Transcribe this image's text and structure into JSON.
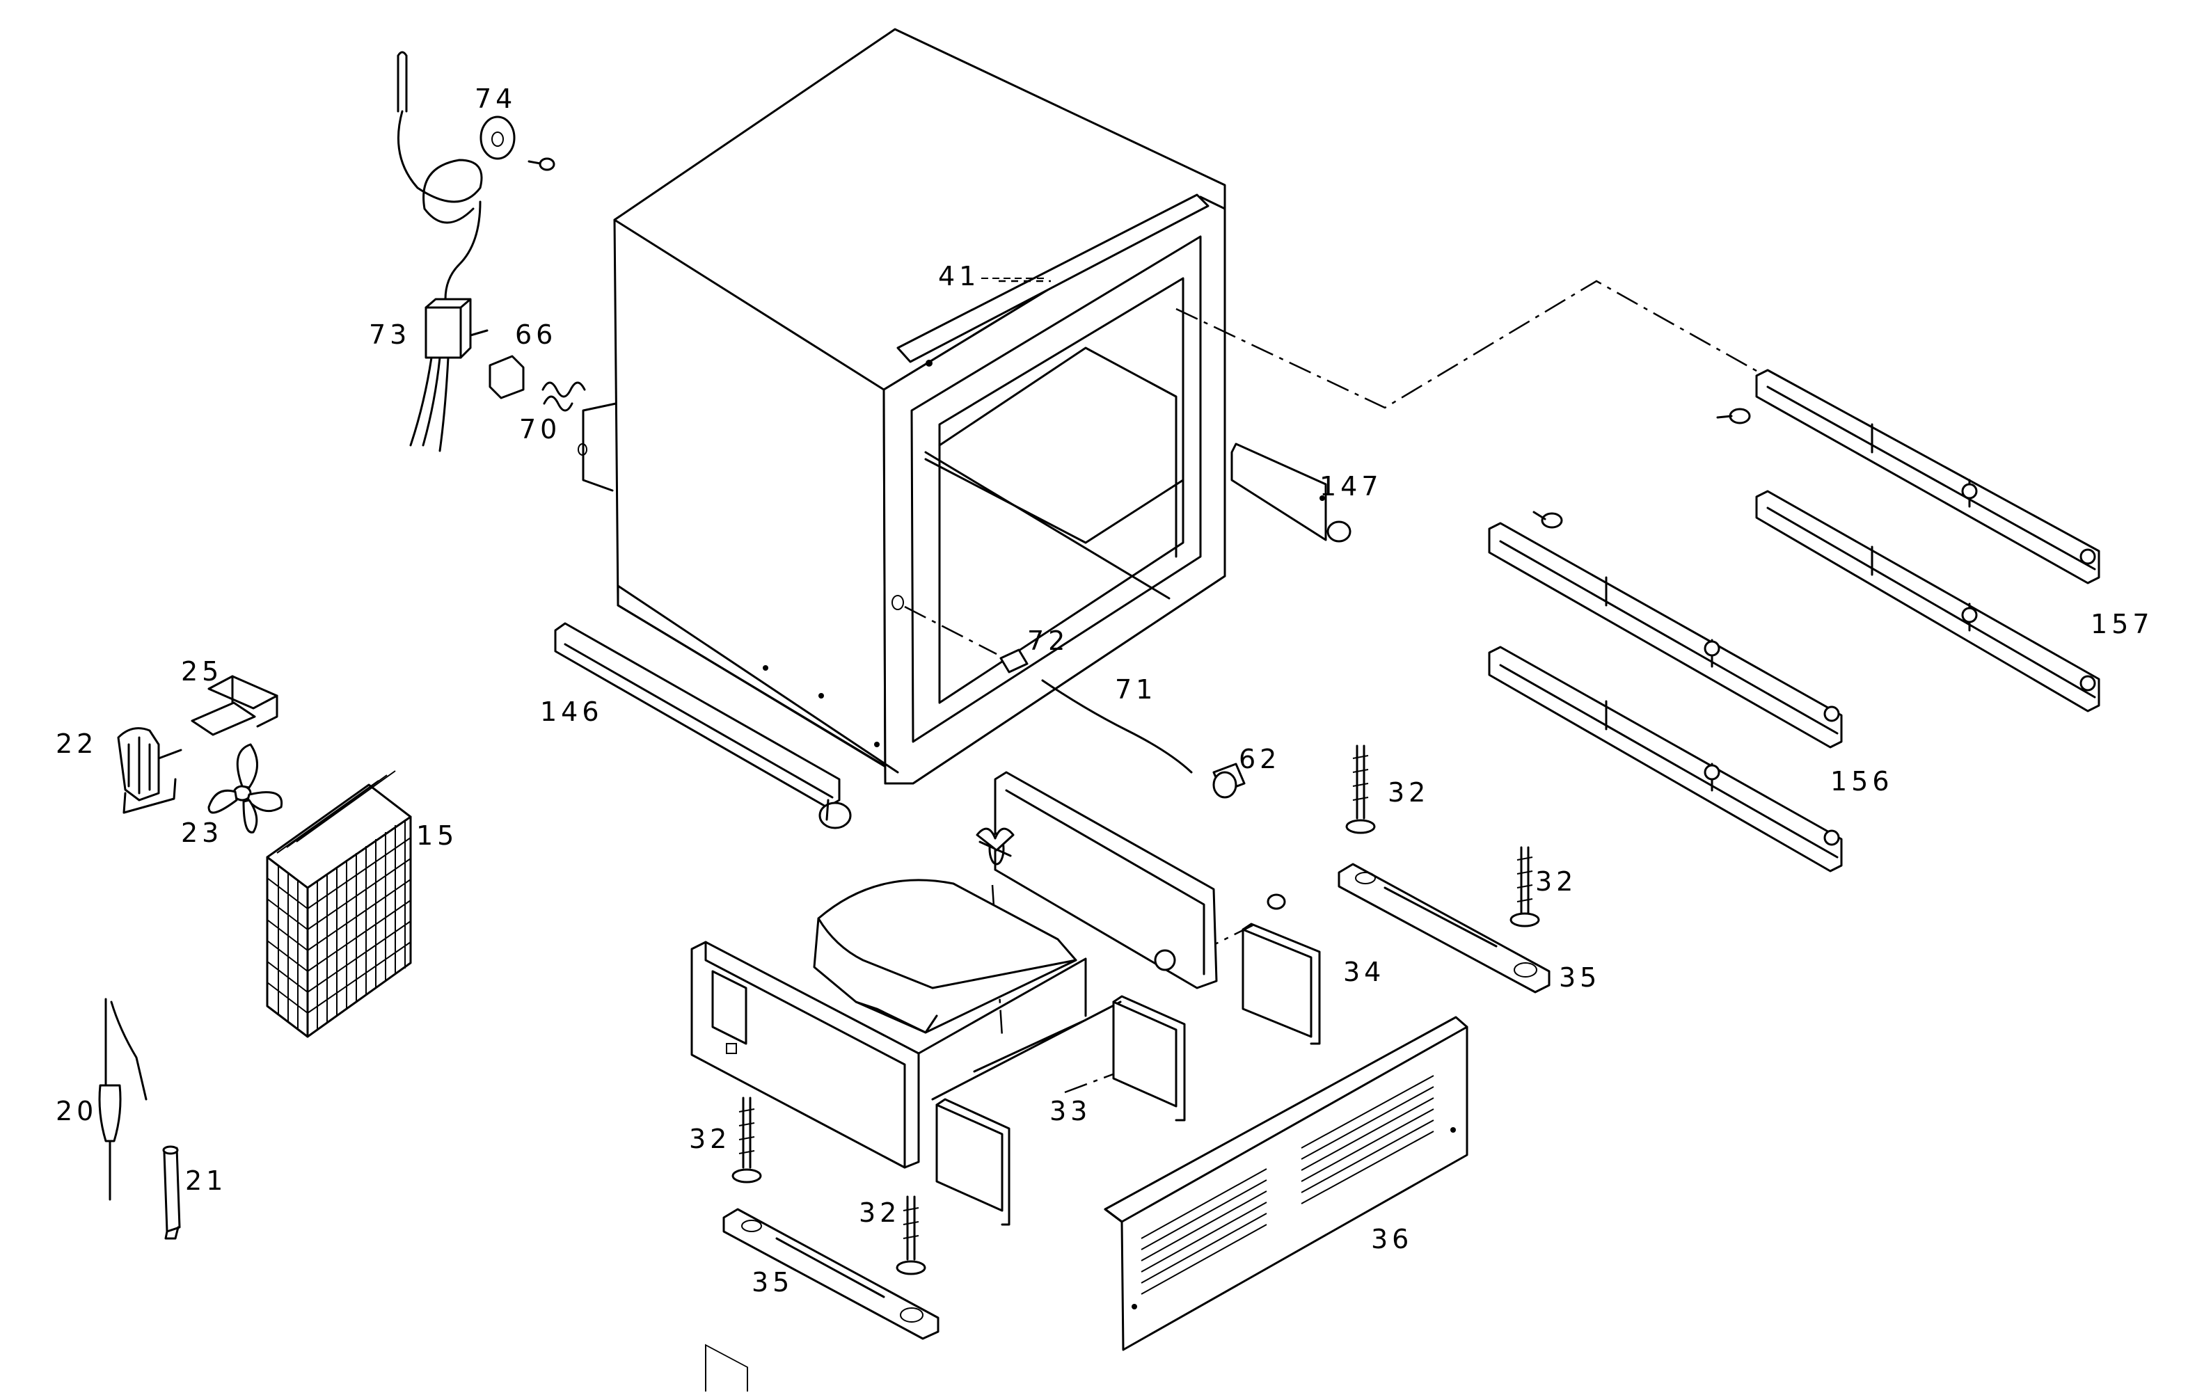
{
  "labels": {
    "p15": "15",
    "p20": "20",
    "p21": "21",
    "p22": "22",
    "p23": "23",
    "p25": "25",
    "p32a": "32",
    "p32b": "32",
    "p32c": "32",
    "p32d": "32",
    "p33": "33",
    "p34": "34",
    "p35a": "35",
    "p35b": "35",
    "p36": "36",
    "p41": "41",
    "p62": "62",
    "p66": "66",
    "p70": "70",
    "p71": "71",
    "p72": "72",
    "p73": "73",
    "p74": "74",
    "p146": "146",
    "p147": "147",
    "p156": "156",
    "p157": "157"
  },
  "icons": {
    "cabinet": "cabinet-housing-icon",
    "thermostat": "thermostat-icon",
    "fan": "fan-blade-icon",
    "condenser": "condenser-coil-icon",
    "drawer_slide": "slide-rail-icon",
    "base_frame": "base-frame-icon",
    "front_grille": "front-grille-icon"
  }
}
